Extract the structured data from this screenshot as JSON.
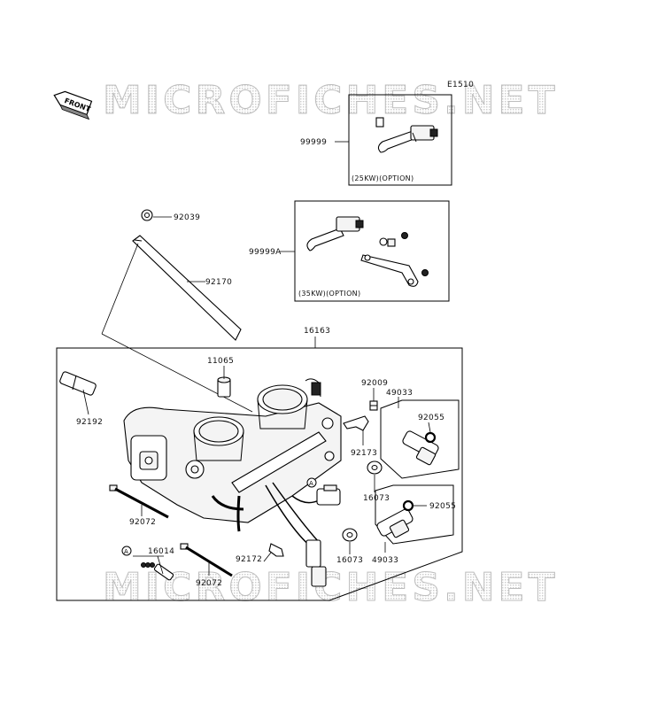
{
  "diagram_code": "E1510",
  "front_label": "FRONT",
  "watermarks": [
    "MICROFICHES.NET",
    "MICROFICHES.NET"
  ],
  "callout_marker": "A",
  "option_boxes": [
    {
      "part": "99999",
      "caption": "(25KW)(OPTION)"
    },
    {
      "part": "99999A",
      "caption": "(35KW)(OPTION)"
    }
  ],
  "assembly_part": "16163",
  "labels": {
    "p92039": "92039",
    "p92170": "92170",
    "p11065": "11065",
    "p92009": "92009",
    "p49033a": "49033",
    "p92055a": "92055",
    "p92192": "92192",
    "p92173": "92173",
    "p16073a": "16073",
    "p92055b": "92055",
    "p92072a": "92072",
    "p16014": "16014",
    "p92072b": "92072",
    "p92172": "92172",
    "p16073b": "16073",
    "p49033b": "49033"
  }
}
